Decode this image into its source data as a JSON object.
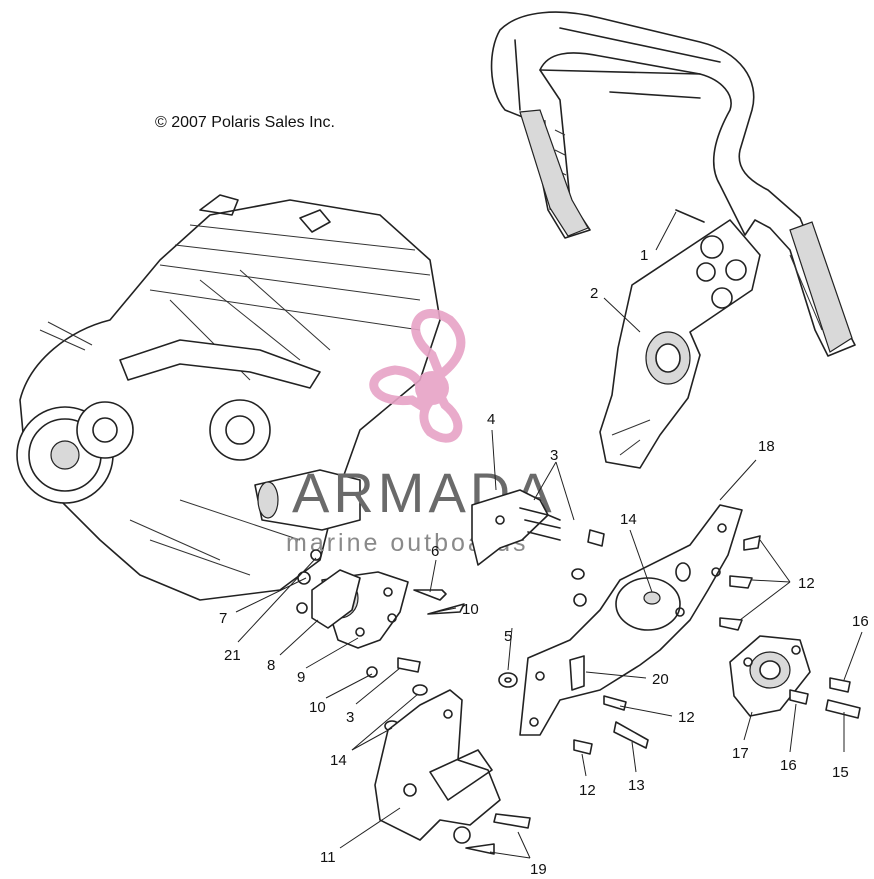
{
  "copyright": "© 2007 Polaris Sales Inc.",
  "watermark": {
    "brand": "ARMADA",
    "tagline": "marine outboards",
    "logo_color": "#e7a3c6",
    "logo_icon": "propeller-icon"
  },
  "callouts": [
    {
      "id": "c1",
      "text": "1"
    },
    {
      "id": "c2",
      "text": "2"
    },
    {
      "id": "c3a",
      "text": "3"
    },
    {
      "id": "c3b",
      "text": "3"
    },
    {
      "id": "c4",
      "text": "4"
    },
    {
      "id": "c5",
      "text": "5"
    },
    {
      "id": "c6",
      "text": "6"
    },
    {
      "id": "c7",
      "text": "7"
    },
    {
      "id": "c8",
      "text": "8"
    },
    {
      "id": "c9",
      "text": "9"
    },
    {
      "id": "c10a",
      "text": "10"
    },
    {
      "id": "c10b",
      "text": "10"
    },
    {
      "id": "c11",
      "text": "11"
    },
    {
      "id": "c12a",
      "text": "12"
    },
    {
      "id": "c12b",
      "text": "12"
    },
    {
      "id": "c12c",
      "text": "12"
    },
    {
      "id": "c13",
      "text": "13"
    },
    {
      "id": "c14a",
      "text": "14"
    },
    {
      "id": "c14b",
      "text": "14"
    },
    {
      "id": "c15",
      "text": "15"
    },
    {
      "id": "c16a",
      "text": "16"
    },
    {
      "id": "c16b",
      "text": "16"
    },
    {
      "id": "c17",
      "text": "17"
    },
    {
      "id": "c18",
      "text": "18"
    },
    {
      "id": "c19",
      "text": "19"
    },
    {
      "id": "c20",
      "text": "20"
    },
    {
      "id": "c21",
      "text": "21"
    }
  ]
}
